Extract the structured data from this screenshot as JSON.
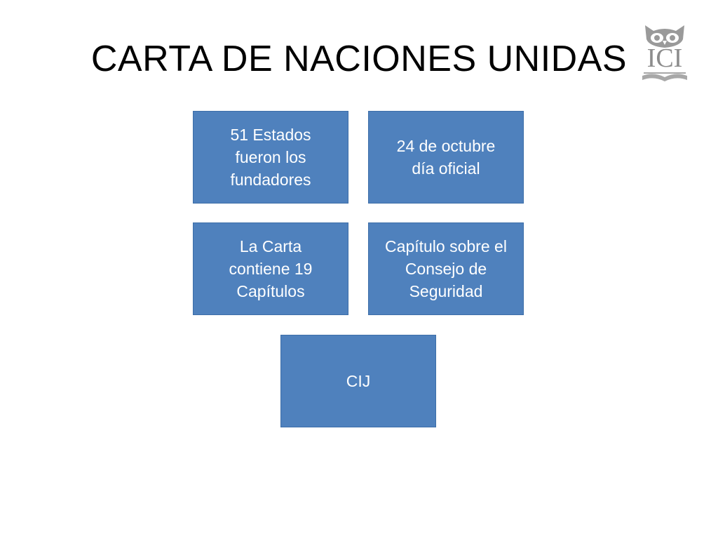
{
  "slide": {
    "title": "CARTA DE NACIONES UNIDAS",
    "logo_text": "ICI"
  },
  "boxes": [
    {
      "text": "51 Estados\nfueron los\nfundadores"
    },
    {
      "text": "24 de octubre\ndía oficial"
    },
    {
      "text": "La Carta\ncontiene 19\nCapítulos"
    },
    {
      "text": "Capítulo sobre el\nConsejo de\nSeguridad"
    },
    {
      "text": "CIJ"
    }
  ],
  "colors": {
    "box_fill": "#4f81bd",
    "box_border": "#3d6ea8",
    "box_text": "#ffffff",
    "logo": "#8c8c8c"
  }
}
